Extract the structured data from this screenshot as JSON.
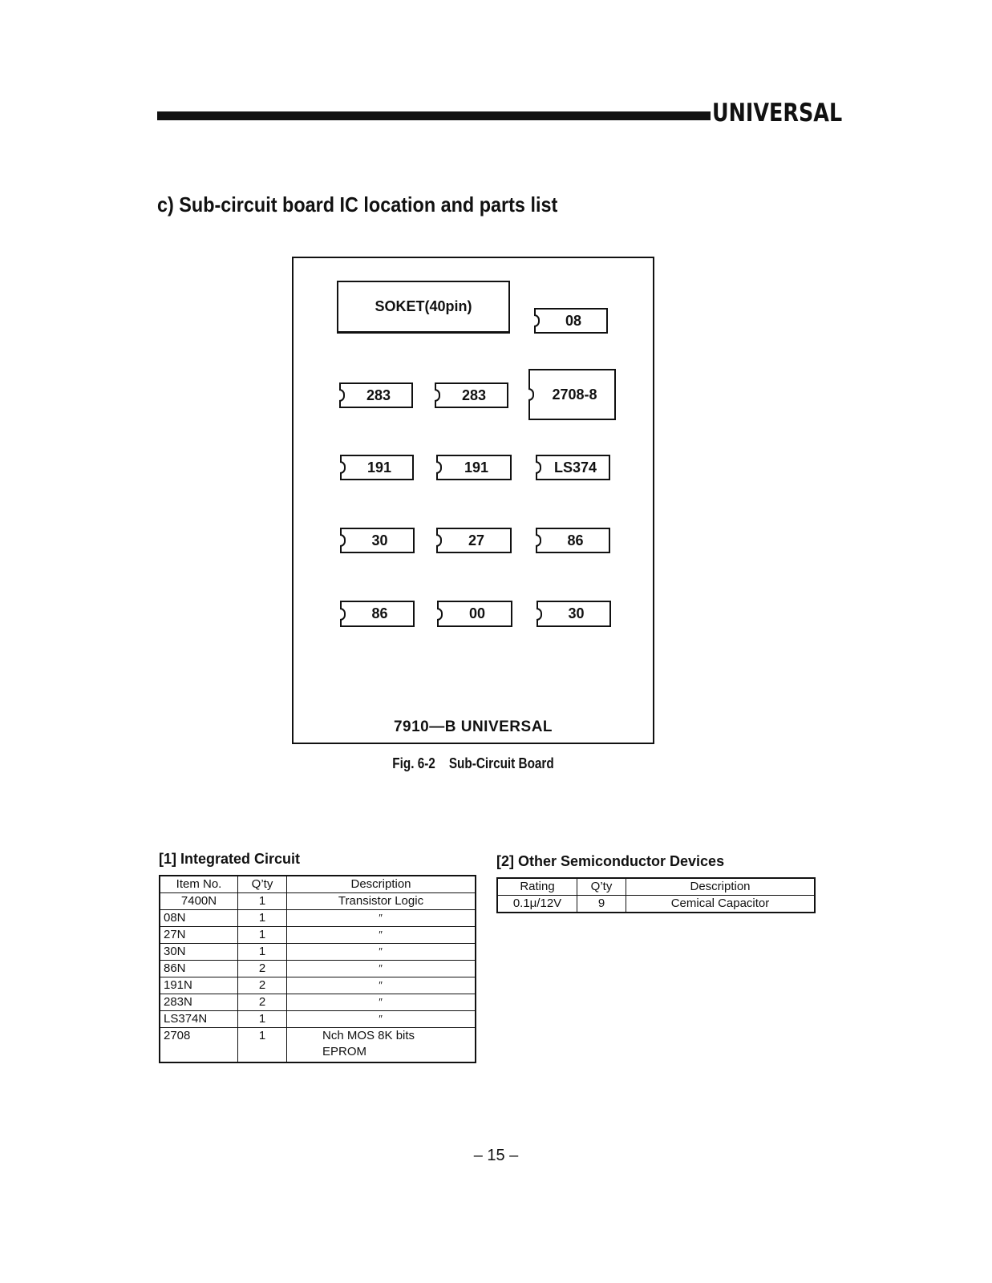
{
  "header": {
    "brand": "UNIVERSAL"
  },
  "section_title": "c) Sub-circuit board IC location and parts list",
  "board": {
    "socket_label": "SOKET(40pin)",
    "chips": [
      "08",
      "283",
      "283",
      "2708-8",
      "191",
      "191",
      "LS374",
      "30",
      "27",
      "86",
      "86",
      "00",
      "30"
    ],
    "board_label": "7910—B UNIVERSAL"
  },
  "figure_caption": "Fig. 6-2    Sub-Circuit Board",
  "integrated_circuit": {
    "heading": "[1]  Integrated Circuit",
    "columns": [
      "Item No.",
      "Q’ty",
      "Description"
    ],
    "rows": [
      [
        "7400N",
        "1",
        "Transistor Logic"
      ],
      [
        "08N",
        "1",
        "″"
      ],
      [
        "27N",
        "1",
        "″"
      ],
      [
        "30N",
        "1",
        "″"
      ],
      [
        "86N",
        "2",
        "″"
      ],
      [
        "191N",
        "2",
        "″"
      ],
      [
        "283N",
        "2",
        "″"
      ],
      [
        "LS374N",
        "1",
        "″"
      ],
      [
        "2708",
        "1",
        "Nch MOS 8K bits"
      ]
    ],
    "last_row_extra": "EPROM"
  },
  "other_semiconductor": {
    "heading": "[2]  Other Semiconductor Devices",
    "columns": [
      "Rating",
      "Q’ty",
      "Description"
    ],
    "rows": [
      [
        "0.1μ/12V",
        "9",
        "Cemical Capacitor"
      ]
    ]
  },
  "page_number": "– 15 –"
}
